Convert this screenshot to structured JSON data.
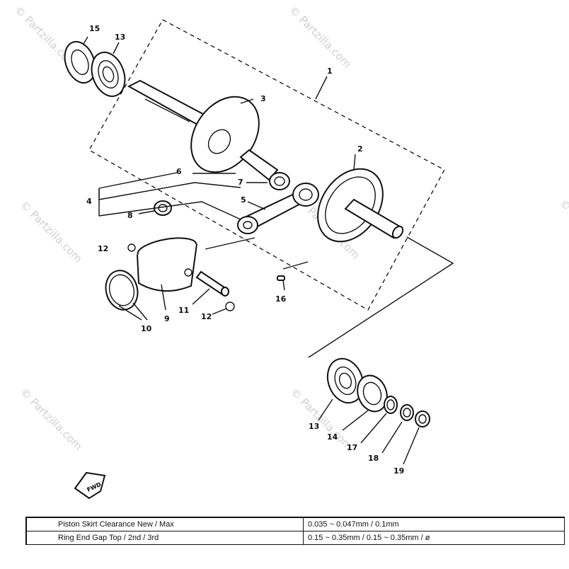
{
  "watermark": {
    "text": "© Partzilla.com"
  },
  "callouts": {
    "c1": "1",
    "c2": "2",
    "c3": "3",
    "c4": "4",
    "c5": "5",
    "c6": "6",
    "c7": "7",
    "c8": "8",
    "c9": "9",
    "c10": "10",
    "c11": "11",
    "c12a": "12",
    "c12b": "12",
    "c13a": "13",
    "c13b": "13",
    "c14": "14",
    "c15": "15",
    "c16": "16",
    "c17": "17",
    "c18": "18",
    "c19": "19"
  },
  "fwd_label": "FWD",
  "spec_table": {
    "rows": [
      {
        "label": "Piston Skirt Clearance New / Max",
        "value": "0.035 ~ 0.047mm / 0.1mm"
      },
      {
        "label": "Ring End Gap Top / 2nd / 3rd",
        "value": "0.15 ~ 0.35mm / 0.15 ~ 0.35mm / ø"
      }
    ]
  }
}
